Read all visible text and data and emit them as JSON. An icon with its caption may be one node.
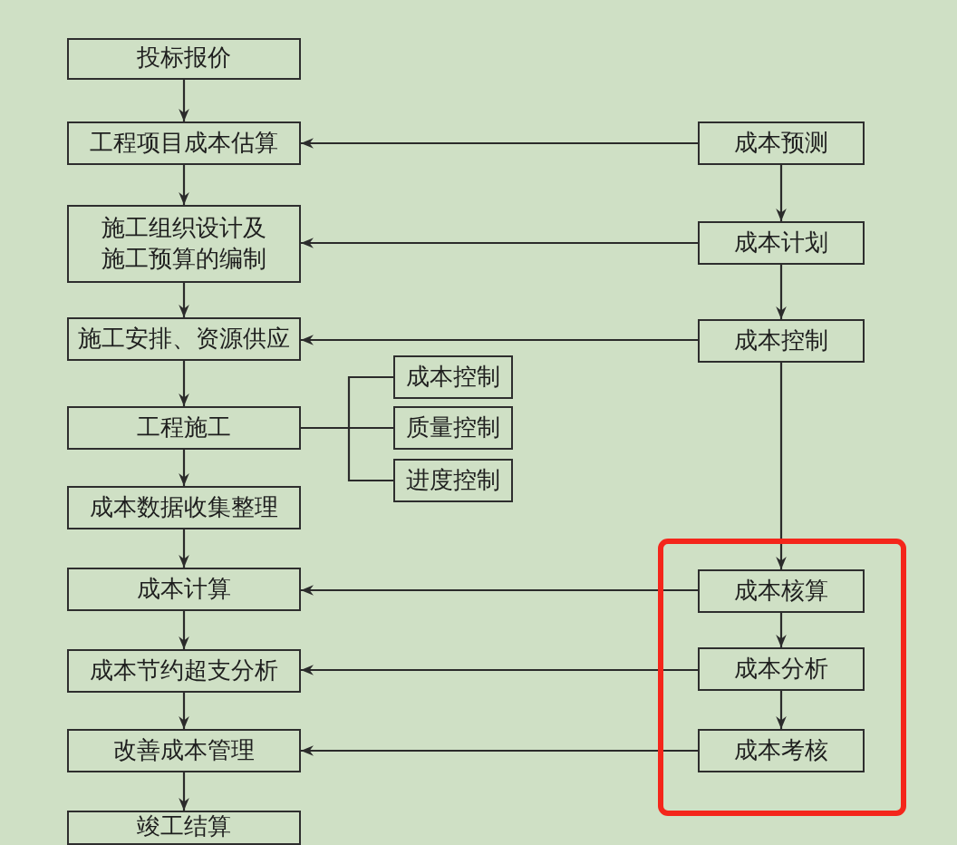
{
  "diagram": {
    "nodes": [
      {
        "text": [
          "投标报价"
        ]
      },
      {
        "text": [
          "工程项目成本估算"
        ]
      },
      {
        "text": [
          "施工组织设计及施工预算的编制"
        ]
      },
      {
        "text": [
          "施工安排、资源供应"
        ]
      },
      {
        "text": [
          "工程施工"
        ]
      },
      {
        "text": [
          "成本数据收集整理"
        ]
      },
      {
        "text": [
          "成本计算"
        ]
      },
      {
        "text": [
          "成本节约超支分析"
        ]
      },
      {
        "text": [
          "改善成本管理"
        ]
      },
      {
        "text": [
          "竣工结算"
        ]
      },
      {
        "text": [
          "成本控制"
        ]
      },
      {
        "text": [
          "质量控制"
        ]
      },
      {
        "text": [
          "进度控制"
        ]
      },
      {
        "text": [
          "成本预测"
        ]
      },
      {
        "text": [
          "成本计划"
        ]
      },
      {
        "text": [
          "成本控制"
        ]
      },
      {
        "text": [
          "成本核算"
        ]
      },
      {
        "text": [
          "成本分析"
        ]
      },
      {
        "text": [
          "成本考核"
        ]
      }
    ],
    "edges": [
      {
        "from": 0,
        "to": 1,
        "arrow": "to"
      },
      {
        "from": 1,
        "to": 2,
        "arrow": "to"
      },
      {
        "from": 2,
        "to": 3,
        "arrow": "to"
      },
      {
        "from": 3,
        "to": 4,
        "arrow": "to"
      },
      {
        "from": 4,
        "to": 5,
        "arrow": "to"
      },
      {
        "from": 5,
        "to": 6,
        "arrow": "to"
      },
      {
        "from": 6,
        "to": 7,
        "arrow": "to"
      },
      {
        "from": 7,
        "to": 8,
        "arrow": "to"
      },
      {
        "from": 8,
        "to": 9,
        "arrow": "to"
      },
      {
        "from": 4,
        "to": 10,
        "arrow": "none"
      },
      {
        "from": 4,
        "to": 11,
        "arrow": "none"
      },
      {
        "from": 4,
        "to": 12,
        "arrow": "none"
      },
      {
        "from": 13,
        "to": 14,
        "arrow": "to"
      },
      {
        "from": 14,
        "to": 15,
        "arrow": "to"
      },
      {
        "from": 15,
        "to": 16,
        "arrow": "to"
      },
      {
        "from": 16,
        "to": 17,
        "arrow": "to"
      },
      {
        "from": 17,
        "to": 18,
        "arrow": "to"
      },
      {
        "from": 13,
        "to": 1,
        "arrow": "to"
      },
      {
        "from": 14,
        "to": 2,
        "arrow": "to"
      },
      {
        "from": 15,
        "to": 3,
        "arrow": "to"
      },
      {
        "from": 16,
        "to": 6,
        "arrow": "to"
      },
      {
        "from": 17,
        "to": 7,
        "arrow": "to"
      },
      {
        "from": 18,
        "to": 8,
        "arrow": "to"
      }
    ]
  }
}
